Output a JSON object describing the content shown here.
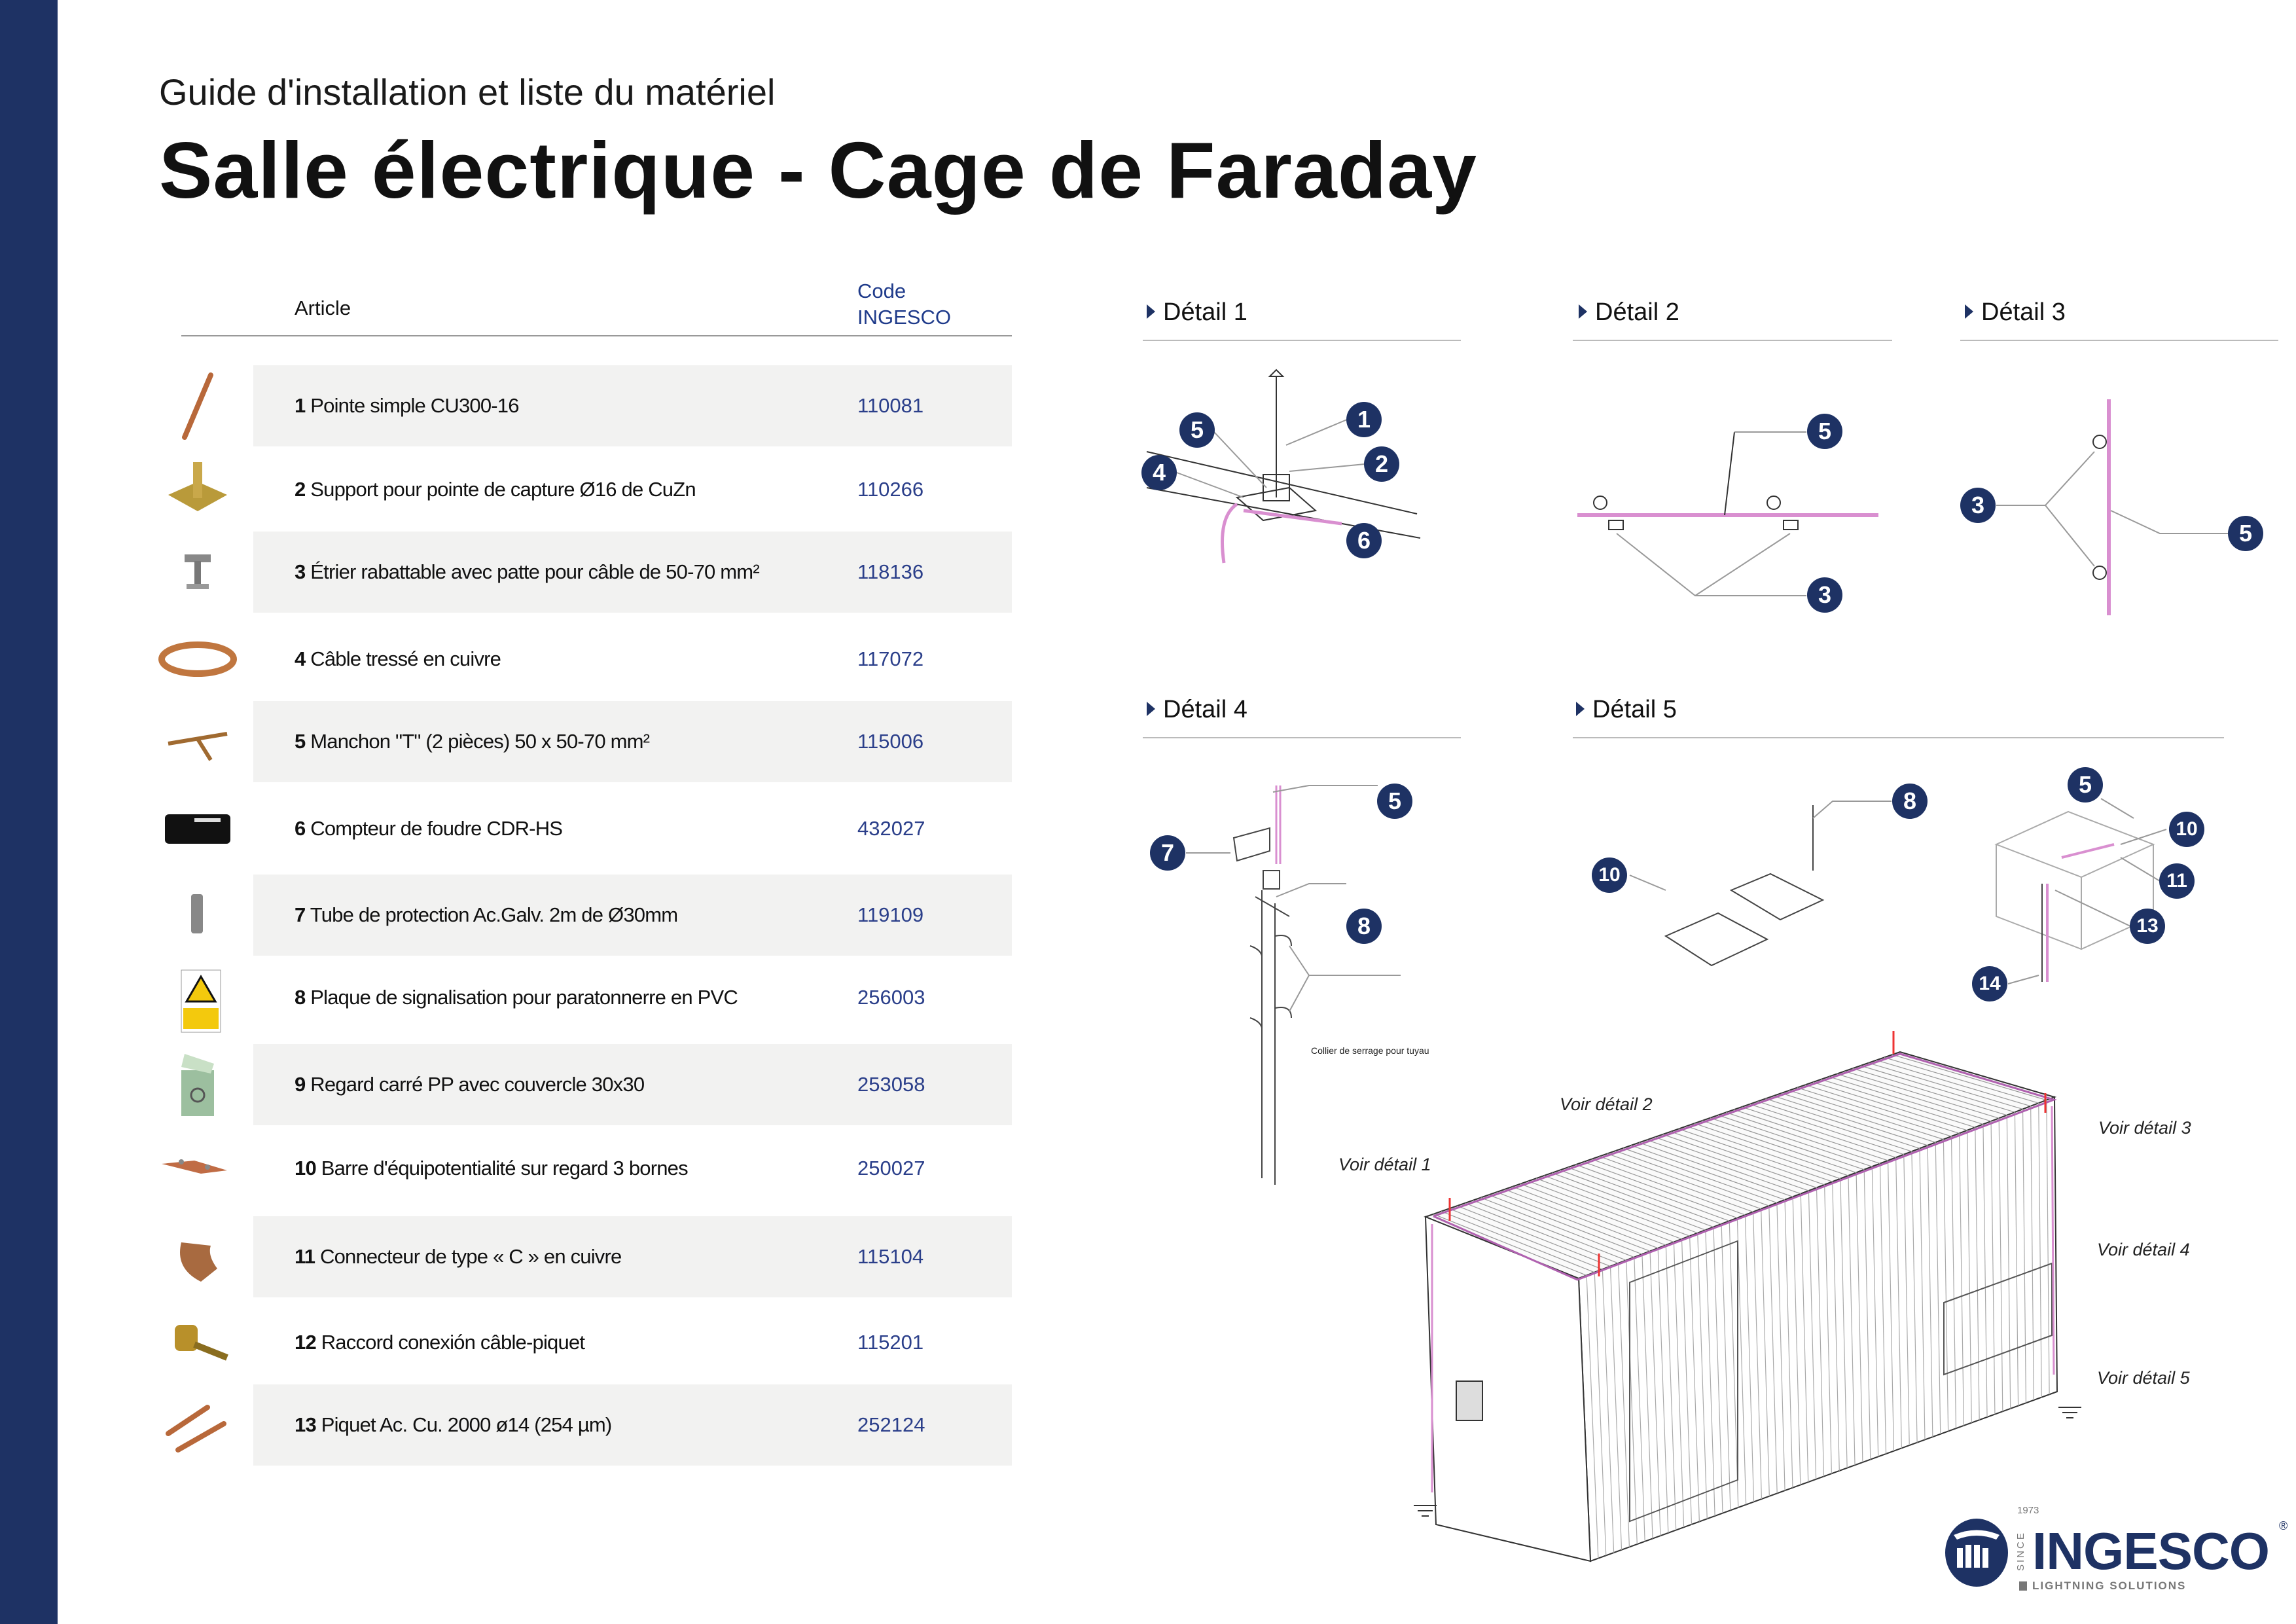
{
  "header": {
    "subtitle": "Guide d'installation et liste du matériel",
    "title": "Salle électrique - Cage de Faraday"
  },
  "table": {
    "col_article": "Article",
    "col_code_1": "Code",
    "col_code_2": "INGESCO",
    "rows": [
      {
        "num": "1",
        "label": "Pointe simple CU300-16",
        "code": "110081",
        "icon": "copper-rod-icon"
      },
      {
        "num": "2",
        "label": "Support pour pointe de capture  Ø16 de CuZn",
        "code": "110266",
        "icon": "brass-support-icon"
      },
      {
        "num": "3",
        "label": "Étrier rabattable avec patte pour câble de 50-70 mm²",
        "code": "118136",
        "icon": "folding-clamp-icon"
      },
      {
        "num": "4",
        "label": "Câble tressé en cuivre",
        "code": "117072",
        "icon": "copper-cable-coil-icon"
      },
      {
        "num": "5",
        "label": "Manchon \"T\"  (2 pièces) 50 x 50-70 mm²",
        "code": "115006",
        "icon": "t-connector-icon"
      },
      {
        "num": "6",
        "label": "Compteur de foudre CDR-HS",
        "code": "432027",
        "icon": "lightning-counter-icon"
      },
      {
        "num": "7",
        "label": "Tube de protection Ac.Galv. 2m de  Ø30mm",
        "code": "119109",
        "icon": "steel-tube-icon"
      },
      {
        "num": "8",
        "label": "Plaque de signalisation pour paratonnerre en PVC",
        "code": "256003",
        "icon": "warning-sign-icon"
      },
      {
        "num": "9",
        "label": "Regard carré PP avec couvercle 30x30",
        "code": "253058",
        "icon": "inspection-box-icon"
      },
      {
        "num": "10",
        "label": "Barre d'équipotentialité sur regard 3 bornes",
        "code": "250027",
        "icon": "equipotential-bar-icon"
      },
      {
        "num": "11",
        "label": "Connecteur de type « C » en cuivre",
        "code": "115104",
        "icon": "c-connector-icon"
      },
      {
        "num": "12",
        "label": "Raccord conexión câble-piquet",
        "code": "115201",
        "icon": "cable-rod-clamp-icon"
      },
      {
        "num": "13",
        "label": "Piquet Ac. Cu. 2000 ø14 (254 µm)",
        "code": "252124",
        "icon": "ground-rods-icon"
      }
    ]
  },
  "details": {
    "d1": {
      "title": "Détail 1",
      "callouts": [
        "5",
        "1",
        "4",
        "2",
        "6"
      ]
    },
    "d2": {
      "title": "Détail 2",
      "callouts": [
        "5",
        "3"
      ]
    },
    "d3": {
      "title": "Détail 3",
      "callouts": [
        "3",
        "5"
      ]
    },
    "d4": {
      "title": "Détail 4",
      "callouts": [
        "5",
        "7",
        "8"
      ],
      "note": "Collier de serrage pour tuyau"
    },
    "d5": {
      "title": "Détail 5",
      "callouts": [
        "8",
        "10",
        "5",
        "10",
        "11",
        "13",
        "14"
      ]
    }
  },
  "overview": {
    "see1": "Voir détail 1",
    "see2": "Voir détail 2",
    "see3": "Voir détail 3",
    "see4": "Voir détail 4",
    "see5": "Voir détail 5"
  },
  "logo": {
    "name": "INGESCO",
    "year": "1973",
    "since": "SINCE",
    "tagline": "LIGHTNING SOLUTIONS",
    "reg": "®"
  },
  "colors": {
    "brand": "#1e3264",
    "code": "#2b3f8a",
    "row_bg": "#f2f2f1",
    "cable": "#d98fd0",
    "copper": "#b8683a"
  }
}
